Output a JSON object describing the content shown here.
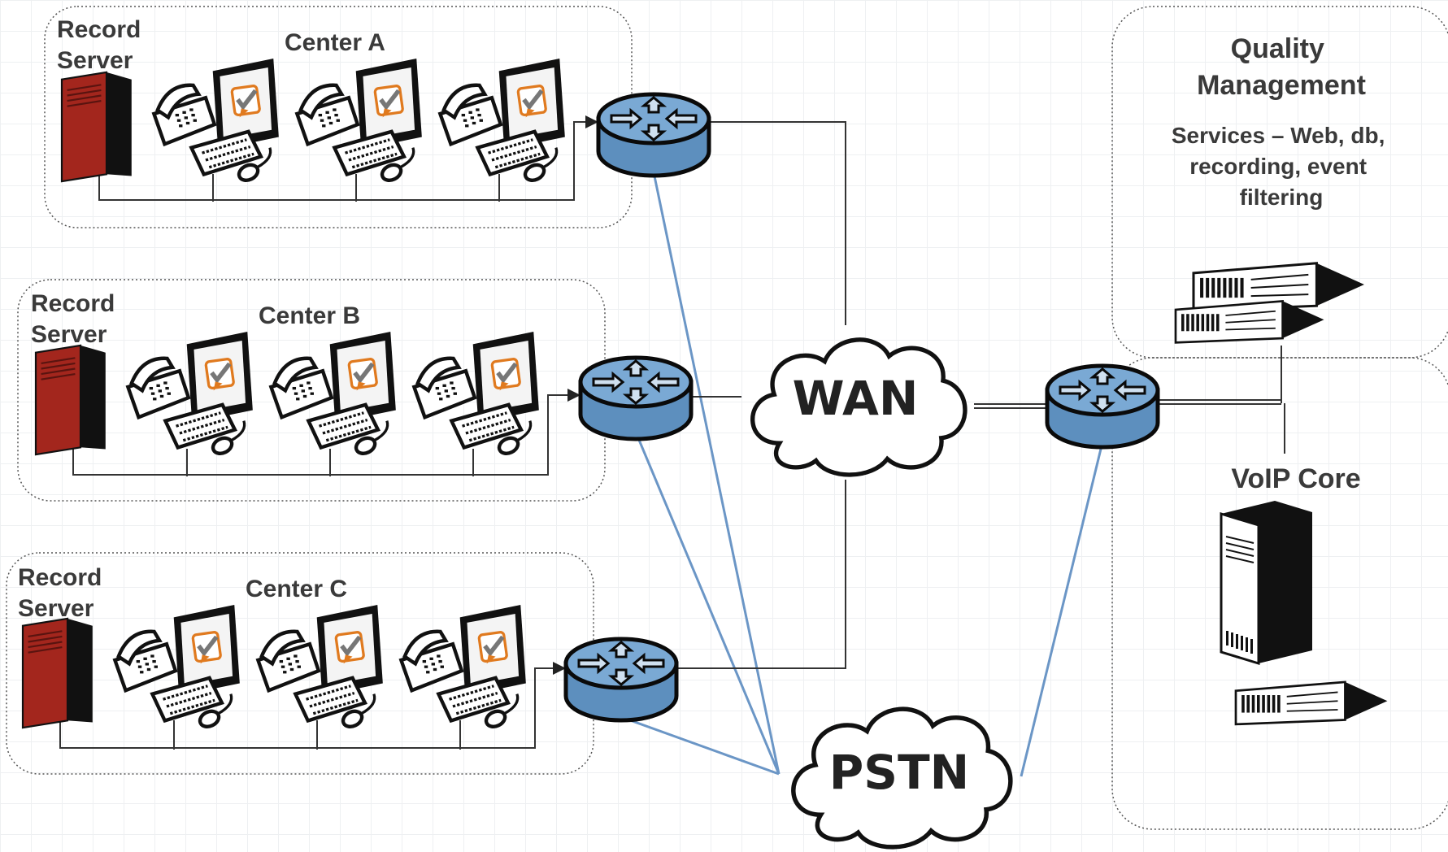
{
  "centers": [
    {
      "id": "a",
      "name": "Center A",
      "server_line1": "Record",
      "server_line2": "Server"
    },
    {
      "id": "b",
      "name": "Center B",
      "server_line1": "Record",
      "server_line2": "Server"
    },
    {
      "id": "c",
      "name": "Center C",
      "server_line1": "Record",
      "server_line2": "Server"
    }
  ],
  "clouds": {
    "wan": "WAN",
    "pstn": "PSTN"
  },
  "qm": {
    "title_line1": "Quality",
    "title_line2": "Management",
    "services_line1": "Services – Web, db,",
    "services_line2": "recording, event",
    "services_line3": "filtering"
  },
  "voip": {
    "label": "VoIP Core"
  },
  "colors": {
    "router_fill": "#6b9bc8",
    "router_stroke": "#0a0a0a",
    "pstn_link": "#6b96c6",
    "wan_link": "#333333",
    "server_red": "#a3261d",
    "logo_orange": "#e07a1f"
  }
}
